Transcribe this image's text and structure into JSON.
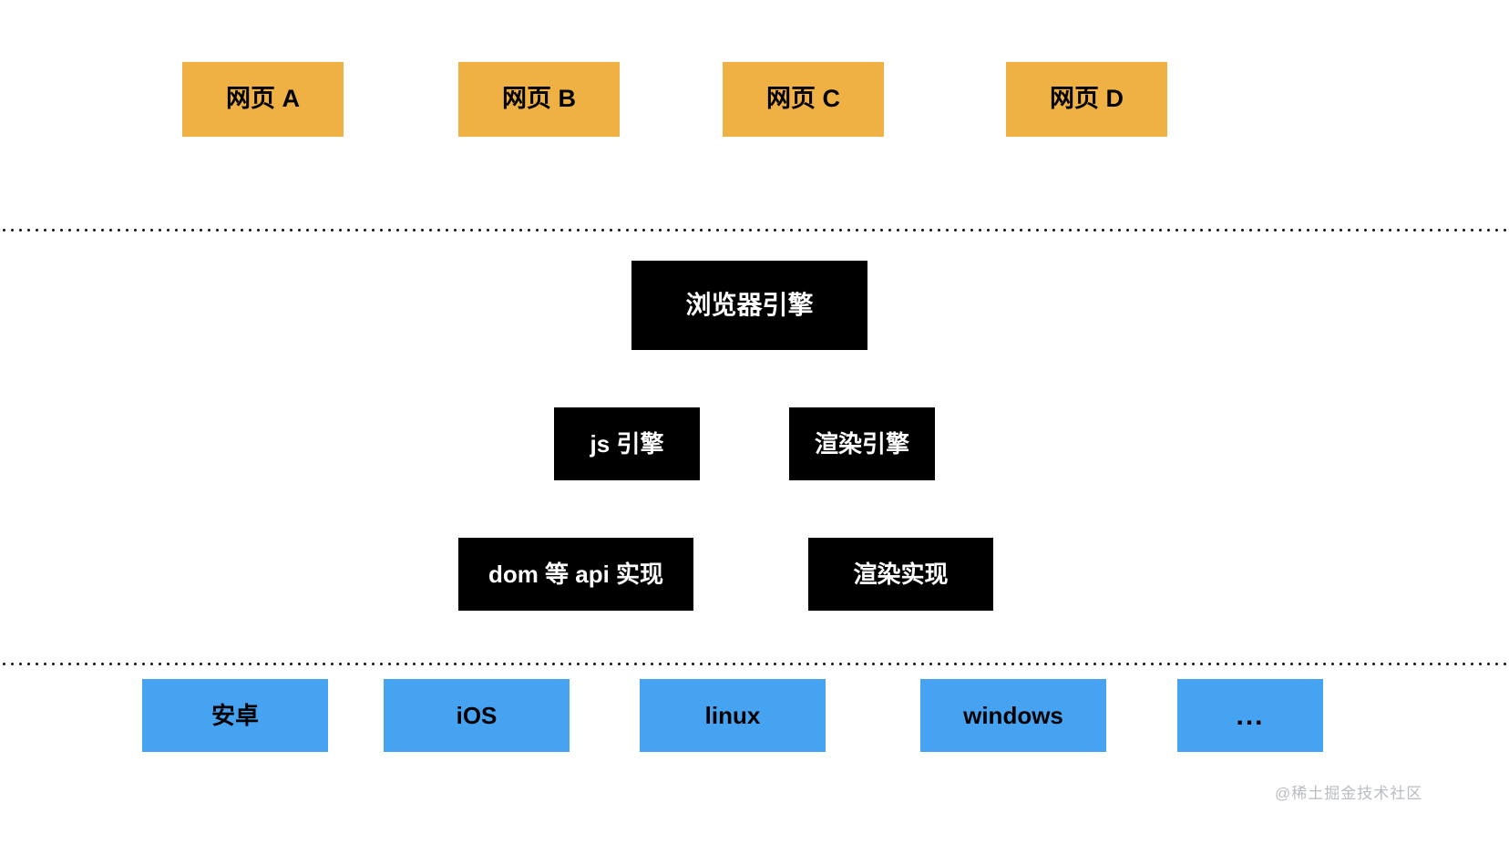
{
  "diagram": {
    "title": "browser-architecture-layers",
    "background": "#ffffff",
    "colors": {
      "page_layer": "#EFB143",
      "engine_layer": "#000000",
      "os_layer": "#46A3F2",
      "divider": "#1a1a1a",
      "watermark": "#b9bcc2"
    },
    "layers": {
      "pages": {
        "nodes": [
          {
            "label": "网页 A"
          },
          {
            "label": "网页 B"
          },
          {
            "label": "网页 C"
          },
          {
            "label": "网页 D"
          }
        ]
      },
      "engine": {
        "nodes": [
          {
            "label": "浏览器引擎"
          },
          {
            "label": "js 引擎"
          },
          {
            "label": "渲染引擎"
          },
          {
            "label": "dom 等 api 实现"
          },
          {
            "label": "渲染实现"
          }
        ]
      },
      "os": {
        "nodes": [
          {
            "label": "安卓"
          },
          {
            "label": "iOS"
          },
          {
            "label": "linux"
          },
          {
            "label": "windows"
          },
          {
            "label": "..."
          }
        ]
      }
    },
    "dividers": [
      {
        "name": "divider-pages-engine"
      },
      {
        "name": "divider-engine-os"
      }
    ],
    "watermark": "@稀土掘金技术社区"
  }
}
